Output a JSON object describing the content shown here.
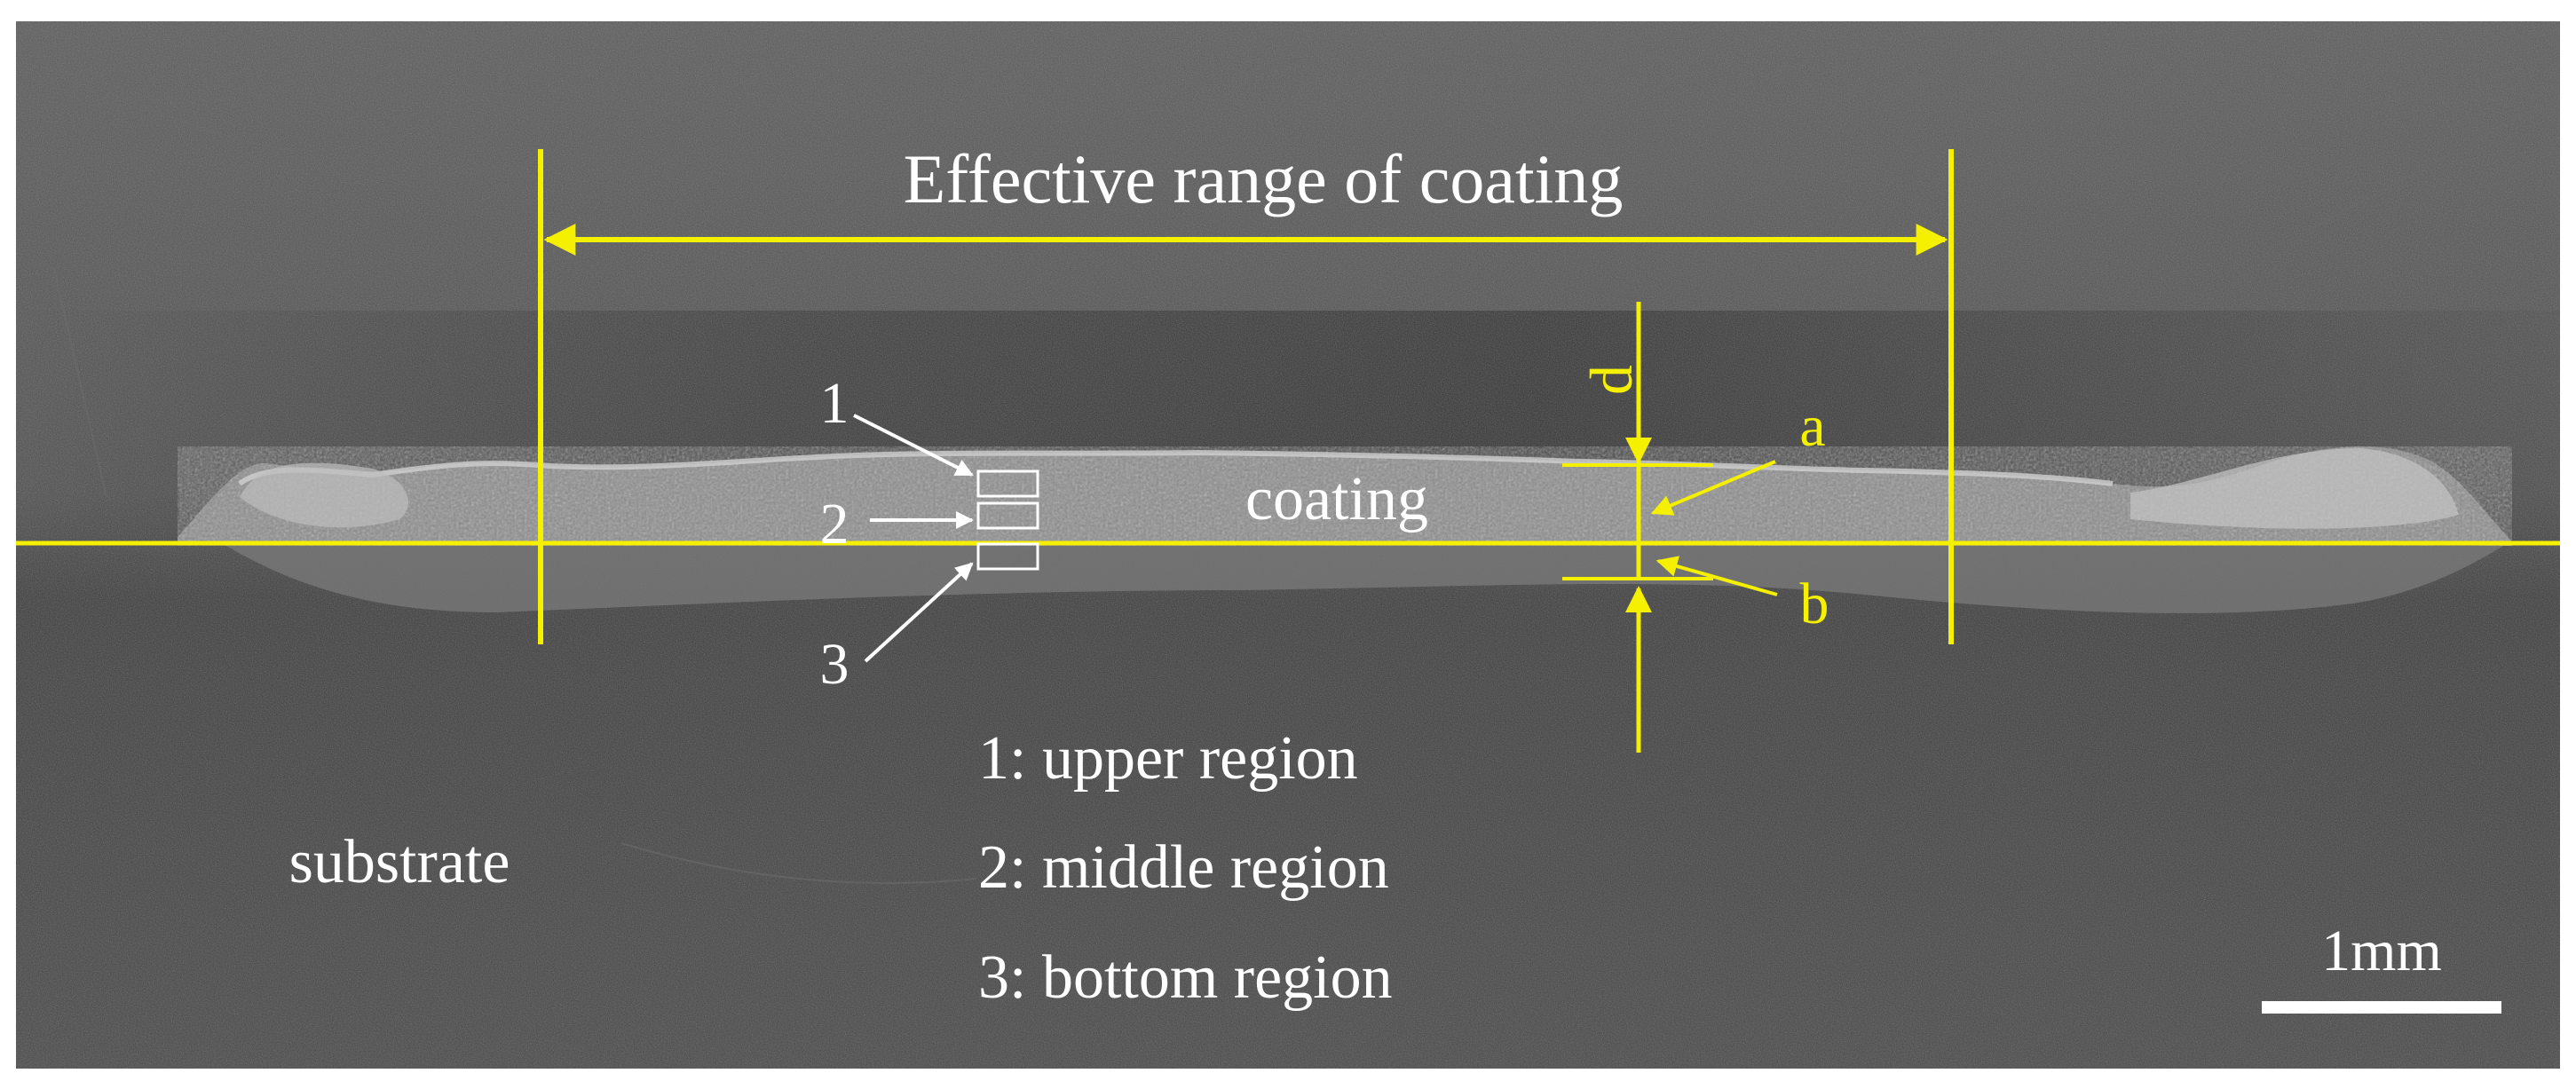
{
  "colors": {
    "annotation_yellow": "#f5f000",
    "annotation_white": "#ffffff",
    "micrograph_background": "#4a4a4a",
    "coating_tone": "#8a8a8a"
  },
  "figure": {
    "range_label": "Effective range of coating",
    "coating_label": "coating",
    "substrate_label": "substrate",
    "thickness_label": "d",
    "point_a_label": "a",
    "point_b_label": "b",
    "scale_bar_label": "1mm",
    "region_markers": [
      "1",
      "2",
      "3"
    ],
    "legend": [
      "1: upper region",
      "2: middle region",
      "3: bottom region"
    ]
  }
}
